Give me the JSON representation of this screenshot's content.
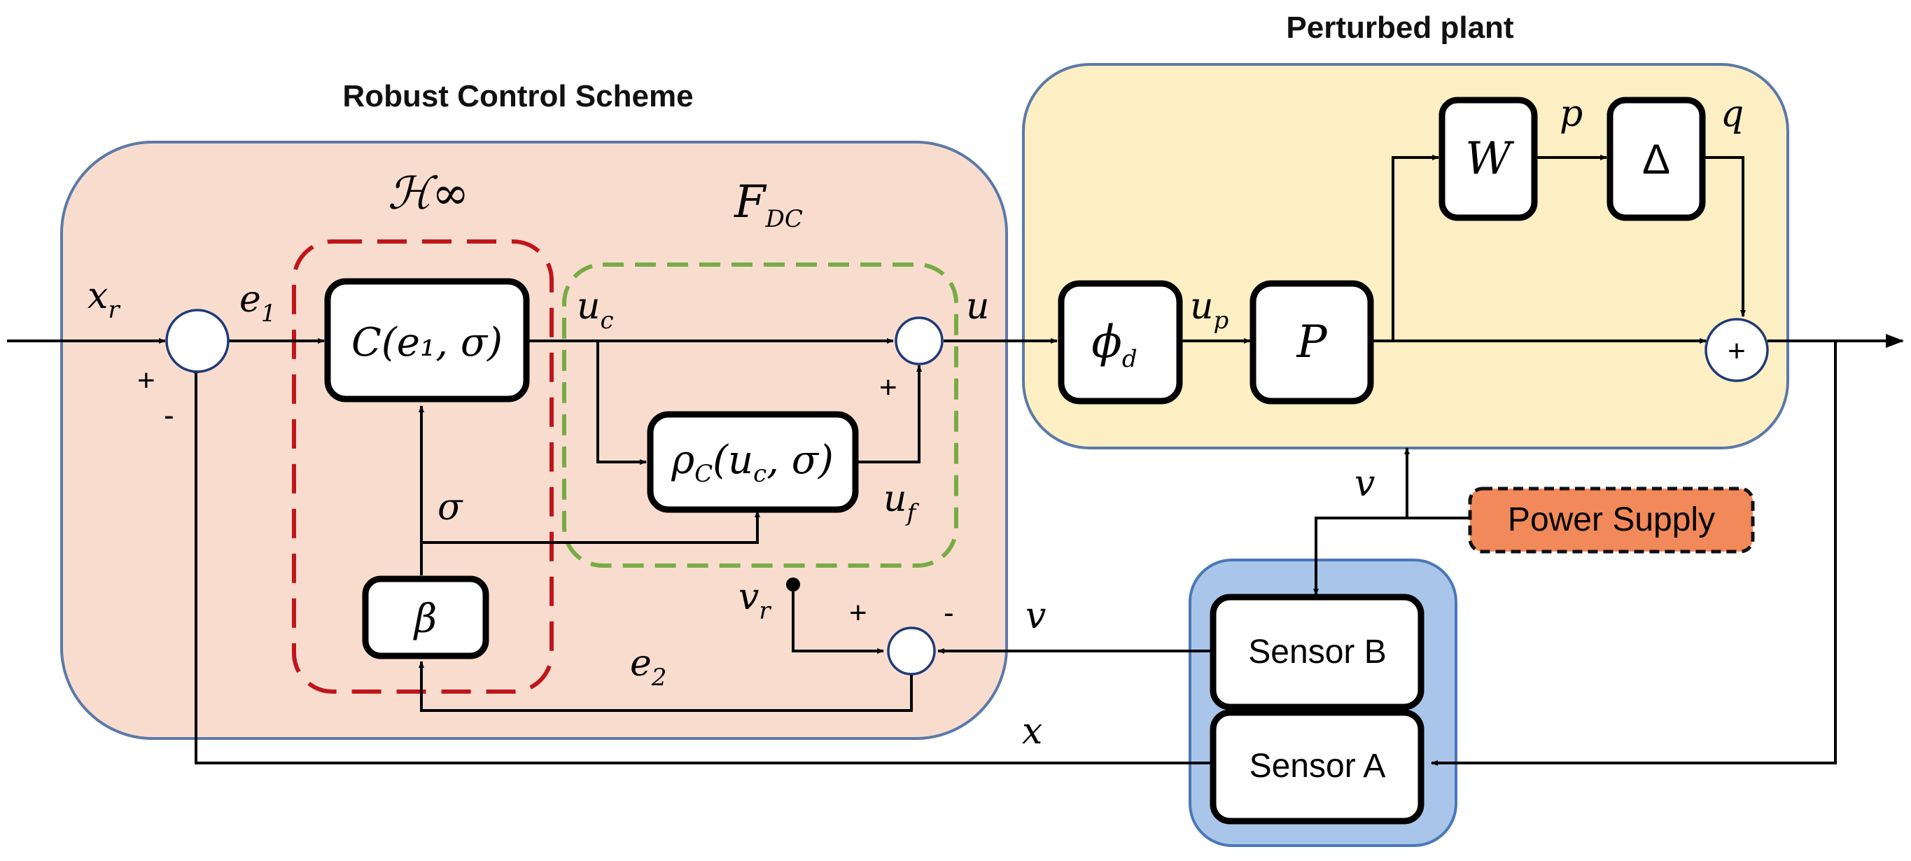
{
  "titles": {
    "robust": "Robust Control Scheme",
    "plant": "Perturbed plant"
  },
  "groups": {
    "hinf": "ℋ∞",
    "fdc": {
      "main": "F",
      "sub": "DC"
    }
  },
  "blocks": {
    "controller": {
      "name": "C",
      "args": "(e₁, σ)"
    },
    "rho": {
      "name": "ρ",
      "sub": "C",
      "args": "(u",
      "args_sub": "c",
      "args_tail": ", σ)"
    },
    "beta": "β",
    "phi": {
      "name": "ϕ",
      "sub": "d"
    },
    "plant": "P",
    "weight": "W",
    "delta": "Δ",
    "power_supply": "Power Supply",
    "sensor_b": "Sensor B",
    "sensor_a": "Sensor A"
  },
  "signals": {
    "xr": {
      "main": "x",
      "sub": "r"
    },
    "e1": {
      "main": "e",
      "sub": "1"
    },
    "uc": {
      "main": "u",
      "sub": "c"
    },
    "u": "u",
    "uf": {
      "main": "u",
      "sub": "f"
    },
    "sigma": "σ",
    "vr": {
      "main": "v",
      "sub": "r"
    },
    "v_sensor": "v",
    "v_supply": "v",
    "e2": {
      "main": "e",
      "sub": "2"
    },
    "x": "x",
    "up": {
      "main": "u",
      "sub": "p"
    },
    "p": "p",
    "q": "q"
  },
  "signs": {
    "sum1_plus": "+",
    "sum1_minus": "-",
    "sum2_plus": "+",
    "sum3_plus": "+",
    "sum3_minus": "-",
    "sum4_plus": "+"
  },
  "colors": {
    "robust_fill": "#f8ddcf",
    "robust_stroke": "#5b79a8",
    "plant_fill": "#fdefc4",
    "plant_stroke": "#5b79a8",
    "hinf_dash": "#c0151b",
    "fdc_dash": "#78ab46",
    "sensor_fill": "#a9c6ea",
    "sensor_stroke": "#4a78b8",
    "power_fill": "#f2895a"
  }
}
